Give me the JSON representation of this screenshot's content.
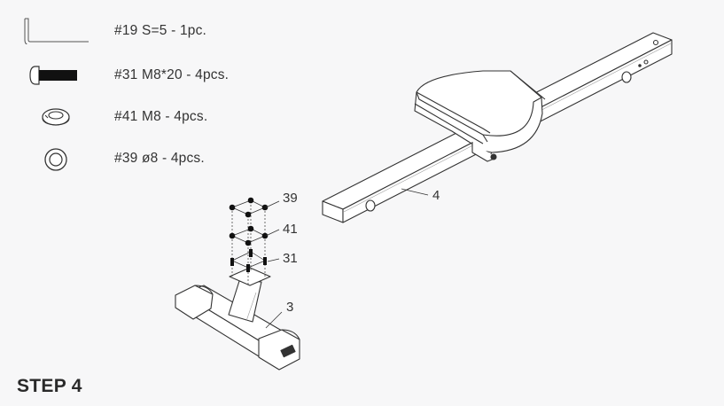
{
  "parts_list": [
    {
      "icon": "hex-key-icon",
      "label": "#19 S=5 - 1pc."
    },
    {
      "icon": "bolt-icon",
      "label": "#31 M8*20 - 4pcs."
    },
    {
      "icon": "spring-washer-icon",
      "label": "#41 M8 - 4pcs."
    },
    {
      "icon": "flat-washer-icon",
      "label": "#39 ø8 - 4pcs."
    }
  ],
  "callouts": {
    "washer": "39",
    "spring_washer": "41",
    "bolt": "31",
    "front_stabilizer": "3",
    "main_frame": "4"
  },
  "step": {
    "title": "STEP 4"
  }
}
